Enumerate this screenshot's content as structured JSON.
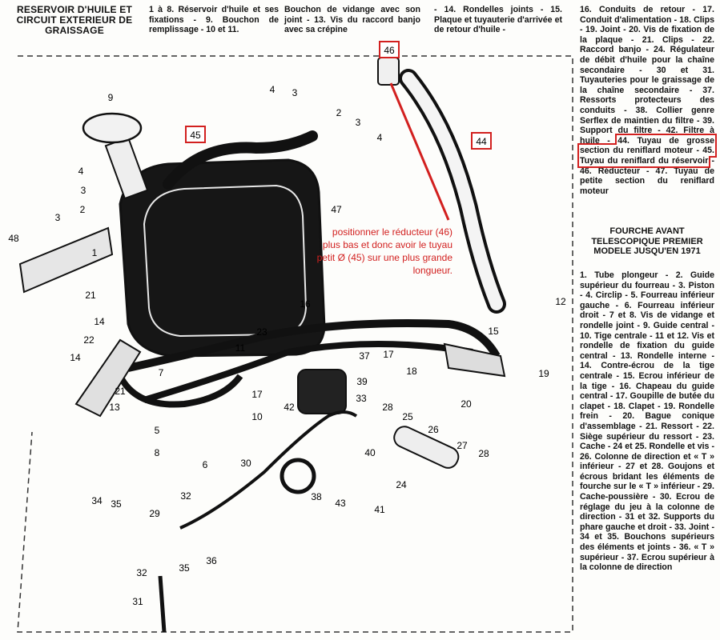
{
  "heading": "RESERVOIR D'HUILE ET CIRCUIT EXTERIEUR DE GRAISSAGE",
  "legend": {
    "col1": "1 à 8. Réservoir d'huile et ses fixations - 9. Bouchon de remplissage - 10 et 11.",
    "col2": "Bouchon de vidange avec son joint - 13. Vis du raccord banjo avec sa crépine",
    "col3": "- 14. Rondelles joints - 15. Plaque et tuyauterie d'arrivée et de retour d'huile -",
    "col4_before": "16. Conduits de retour - 17. Conduit d'alimentation - 18. Clips - 19. Joint - 20. Vis de fixation de la plaque - 21. Clips - 22. Raccord banjo - 24. Régulateur de débit d'huile pour la chaîne secondaire - 30 et 31. Tuyauteries pour le graissage de la chaîne secondaire - 37. Ressorts protecteurs des conduits - 38. Collier genre Serflex de maintien du filtre - 39. Support du filtre - 42. Filtre à huile -",
    "col4_highlight": "44. Tuyau de grosse section du reniflard moteur - 45. Tuyau du reniflard du réservoir",
    "col4_after": "- 46. Réducteur - 47. Tuyau de petite section du reniflard moteur"
  },
  "fork": {
    "title": "FOURCHE AVANT TELESCOPIQUE PREMIER MODELE JUSQU'EN 1971",
    "text": "1. Tube plongeur - 2. Guide supérieur du fourreau - 3. Piston - 4. Circlip - 5. Fourreau inférieur gauche - 6. Fourreau inférieur droit - 7 et 8. Vis de vidange et rondelle joint - 9. Guide central - 10. Tige centrale - 11 et 12. Vis et rondelle de fixation du guide central - 13. Rondelle interne - 14. Contre-écrou de la tige centrale - 15. Ecrou inférieur de la tige - 16. Chapeau du guide central - 17. Goupille de butée du clapet - 18. Clapet - 19. Rondelle frein - 20. Bague conique d'assemblage - 21. Ressort - 22. Siège supérieur du ressort - 23. Cache - 24 et 25. Rondelle et vis - 26. Colonne de direction et « T » inférieur - 27 et 28. Goujons et écrous bridant les éléments de fourche sur le « T » inférieur - 29. Cache-poussière - 30. Ecrou de réglage du jeu à la colonne de direction - 31 et 32. Supports du phare gauche et droit - 33. Joint - 34 et 35. Bouchons supérieurs des éléments et joints - 36. « T » supérieur - 37. Ecrou supérieur à la colonne de direction"
  },
  "annotation": {
    "note": "positionner le réducteur (46) plus bas et donc avoir le tuyau petit Ø (45) sur une plus grande longueur.",
    "color": "#d2201f",
    "boxed_labels": [
      "46",
      "45",
      "44"
    ]
  },
  "callouts": {
    "c1": "1",
    "c2a": "2",
    "c2b": "2",
    "c3a": "3",
    "c3b": "3",
    "c3c": "3",
    "c4a": "4",
    "c4b": "4",
    "c5": "5",
    "c6": "6",
    "c7": "7",
    "c8": "8",
    "c9": "9",
    "c10": "10",
    "c11": "11",
    "c12": "12",
    "c13": "13",
    "c14a": "14",
    "c14b": "14",
    "c15": "15",
    "c16": "16",
    "c17a": "17",
    "c17b": "17",
    "c18": "18",
    "c19": "19",
    "c20": "20",
    "c21a": "21",
    "c21b": "21",
    "c22": "22",
    "c23": "23",
    "c24": "24",
    "c25": "25",
    "c26": "26",
    "c27": "27",
    "c28a": "28",
    "c28b": "28",
    "c29": "29",
    "c30": "30",
    "c31": "31",
    "c32a": "32",
    "c32b": "32",
    "c33": "33",
    "c34": "34",
    "c35a": "35",
    "c35b": "35",
    "c36": "36",
    "c37": "37",
    "c38": "38",
    "c39": "39",
    "c40": "40",
    "c41": "41",
    "c42": "42",
    "c43": "43",
    "c44": "44",
    "c45": "45",
    "c46": "46",
    "c47": "47",
    "c48": "48"
  }
}
